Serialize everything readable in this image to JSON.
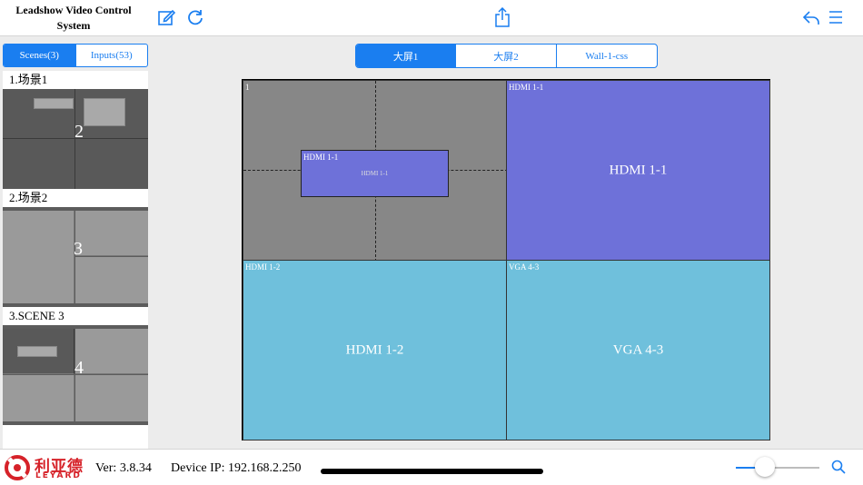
{
  "header": {
    "title": "Leadshow Video Control System",
    "icons": [
      "edit-icon",
      "refresh-icon",
      "share-icon",
      "undo-icon",
      "menu-icon"
    ]
  },
  "left_tabs": [
    {
      "label": "Scenes(3)",
      "active": true
    },
    {
      "label": "Inputs(53)",
      "active": false
    }
  ],
  "scenes": [
    {
      "label": "1.场景1",
      "number": "2"
    },
    {
      "label": "2.场景2",
      "number": "3"
    },
    {
      "label": "3.SCENE 3",
      "number": "4"
    }
  ],
  "wall_tabs": [
    {
      "label": "大屏1",
      "active": true
    },
    {
      "label": "大屏2",
      "active": false
    },
    {
      "label": "Wall-1-css",
      "active": false
    }
  ],
  "wall": {
    "cells": [
      {
        "tag": "1",
        "label": ""
      },
      {
        "tag": "HDMI 1-1",
        "label": "HDMI 1-1"
      },
      {
        "tag": "HDMI 1-2",
        "label": "HDMI 1-2"
      },
      {
        "tag": "VGA 4-3",
        "label": "VGA 4-3"
      }
    ],
    "floating_window": {
      "tag": "HDMI 1-1",
      "label": "HDMI 1-1"
    }
  },
  "footer": {
    "logo_cn": "利亚德",
    "logo_en": "LEYARD",
    "version": "Ver: 3.8.34",
    "device_ip": "Device IP: 192.168.2.250",
    "zoom_level": 0.3
  },
  "colors": {
    "accent": "#1a7ef0",
    "purple_window": "#6e71d9",
    "cyan_window": "#6fc0dc",
    "gray_window": "#878787",
    "brand_red": "#d62229"
  }
}
